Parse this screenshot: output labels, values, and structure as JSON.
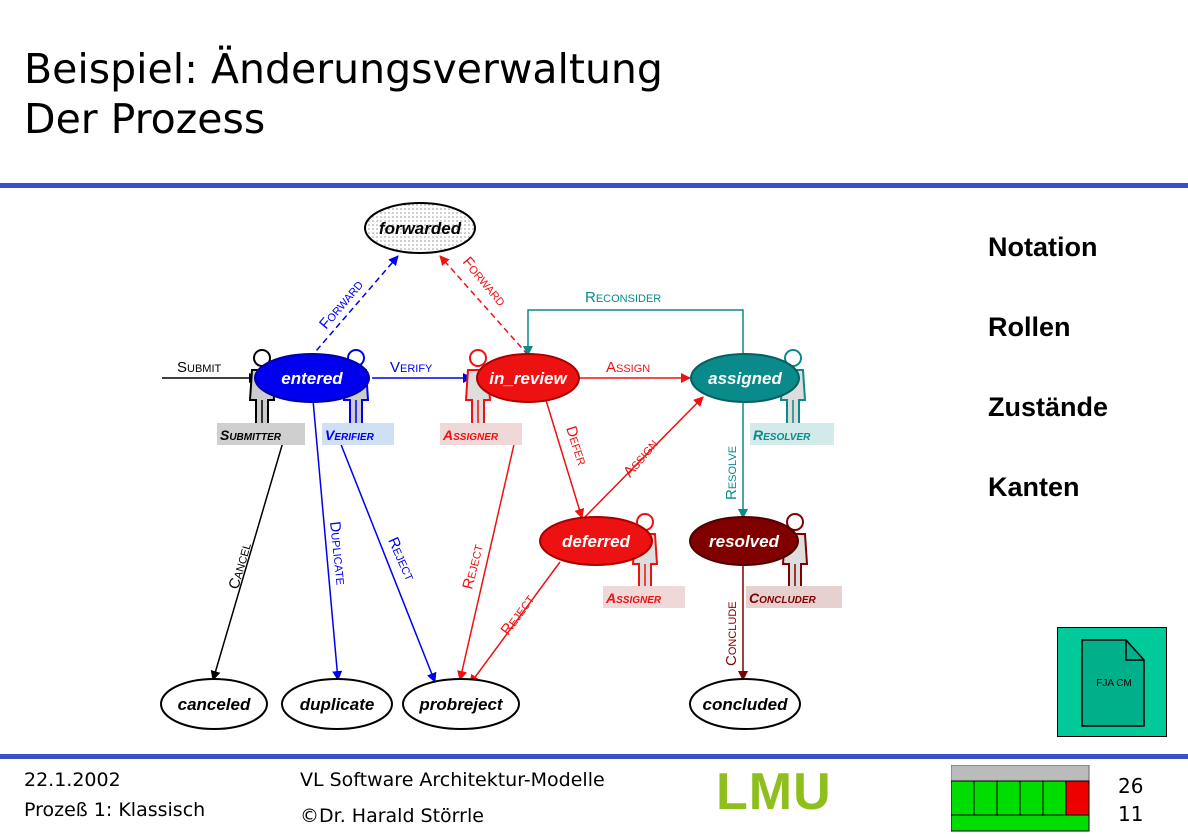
{
  "slide": {
    "title_line1": "Beispiel: Änderungsverwaltung",
    "title_line2": "Der Prozess"
  },
  "side_labels": [
    "Notation",
    "Rollen",
    "Zustände",
    "Kanten"
  ],
  "diagram": {
    "states": {
      "forwarded": "forwarded",
      "entered": "entered",
      "in_review": "in_review",
      "assigned": "assigned",
      "deferred": "deferred",
      "resolved": "resolved",
      "canceled": "canceled",
      "duplicate": "duplicate",
      "probreject": "probreject",
      "concluded": "concluded"
    },
    "roles": {
      "submitter": "Submitter",
      "verifier": "Verifier",
      "assigner_review": "Assigner",
      "resolver": "Resolver",
      "assigner_deferred": "Assigner",
      "concluder": "Concluder"
    },
    "edges": {
      "submit": "Submit",
      "verify": "Verify",
      "assign": "Assign",
      "forward_left": "Forward",
      "forward_right": "Forward",
      "reconsider": "Reconsider",
      "defer": "Defer",
      "assign_deferred": "Assign",
      "resolve": "Resolve",
      "cancel": "Cancel",
      "duplicate": "Duplicate",
      "reject_verifier": "Reject",
      "reject_review": "Reject",
      "reject_deferred": "Reject",
      "conclude": "Conclude"
    },
    "colors": {
      "blue": "#0000ee",
      "red": "#ee1111",
      "teal": "#0a8a8a",
      "darkred": "#800000",
      "black": "#000000"
    }
  },
  "fja_icon": {
    "label": "FJA CM"
  },
  "footer": {
    "date": "22.1.2002",
    "subtitle": "Prozeß 1: Klassisch",
    "course": "VL Software Architektur-Modelle",
    "author": "©Dr. Harald Störrle",
    "page_number": "26",
    "page_sub": "11",
    "logo": "LMU"
  },
  "progress": {
    "filled_cells": 6,
    "total_cells": 6,
    "current_cell": 6
  }
}
